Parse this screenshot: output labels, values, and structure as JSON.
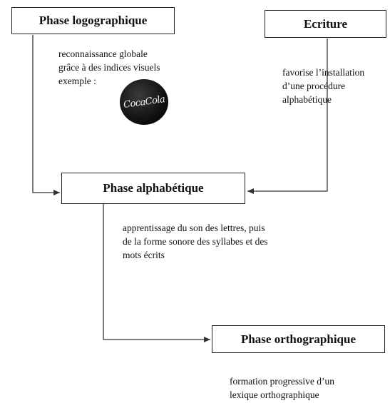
{
  "boxes": {
    "logographique": "Phase logographique",
    "ecriture": "Ecriture",
    "alphabetique": "Phase alphabétique",
    "orthographique": "Phase orthographique"
  },
  "notes": {
    "logographique": [
      "reconnaissance globale",
      "grâce à des indices visuels",
      "exemple :"
    ],
    "ecriture": [
      "favorise l’installation",
      "d’une procédure",
      "alphabétique"
    ],
    "alphabetique": [
      "apprentissage du son des lettres, puis",
      "de la forme sonore des syllabes et des",
      "mots écrits"
    ],
    "orthographique": [
      "formation progressive d’un",
      "lexique orthographique"
    ]
  },
  "logo": {
    "label": "Coca-Cola",
    "text": "CocaCola"
  },
  "colors": {
    "line": "#333333",
    "logo_bg": "#111111"
  }
}
